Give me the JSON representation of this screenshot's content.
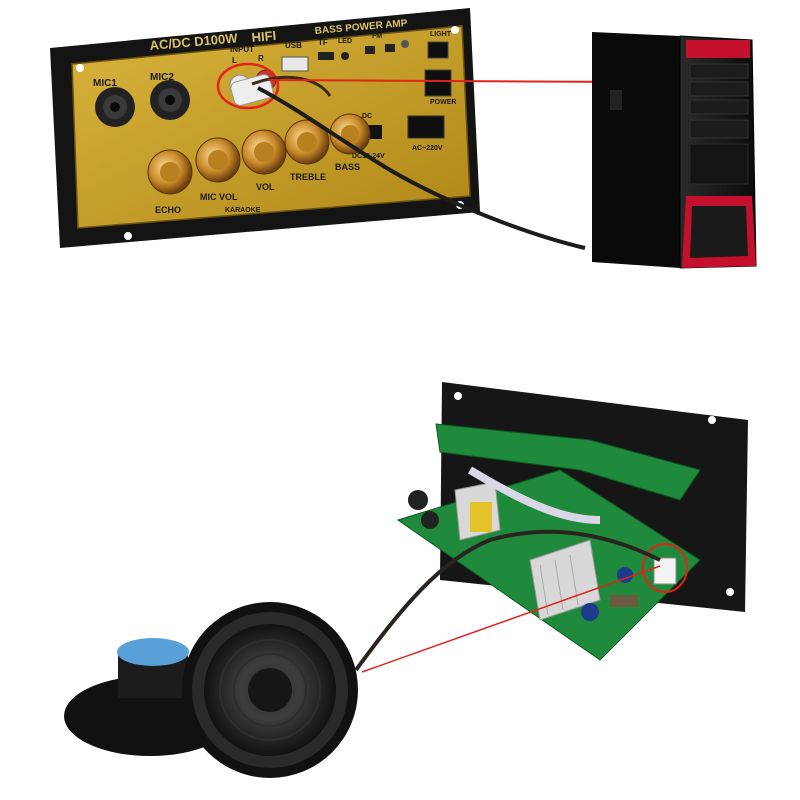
{
  "panel": {
    "model": "AC/DC D100W",
    "hifi": "HIFI",
    "bass_power": "BASS POWER AMP",
    "mic1": "MIC1",
    "mic2": "MIC2",
    "input": "INPUT",
    "left": "L",
    "right": "R",
    "usb": "USB",
    "tf": "TF",
    "led": "LED",
    "fm": "FM",
    "light": "LIGHT",
    "power": "POWER",
    "dc_in": "DC",
    "ac_in": "AC~220V",
    "dc_range": "DC12-24V",
    "knobs": [
      "ECHO",
      "MIC VOL",
      "VOL",
      "TREBLE",
      "BASS"
    ],
    "karaoke": "KARAOKE"
  },
  "colors": {
    "panel_gold": "#c9a227",
    "panel_border": "#111111",
    "connector_line": "#e2231a",
    "pcb_green": "#1f8a3c",
    "tower_red": "#c4102c",
    "speaker_label_blue": "#5aa0d8"
  },
  "icons": [
    "amplifier-panel-icon",
    "pc-tower-icon",
    "amplifier-board-icon",
    "speaker-icon"
  ]
}
